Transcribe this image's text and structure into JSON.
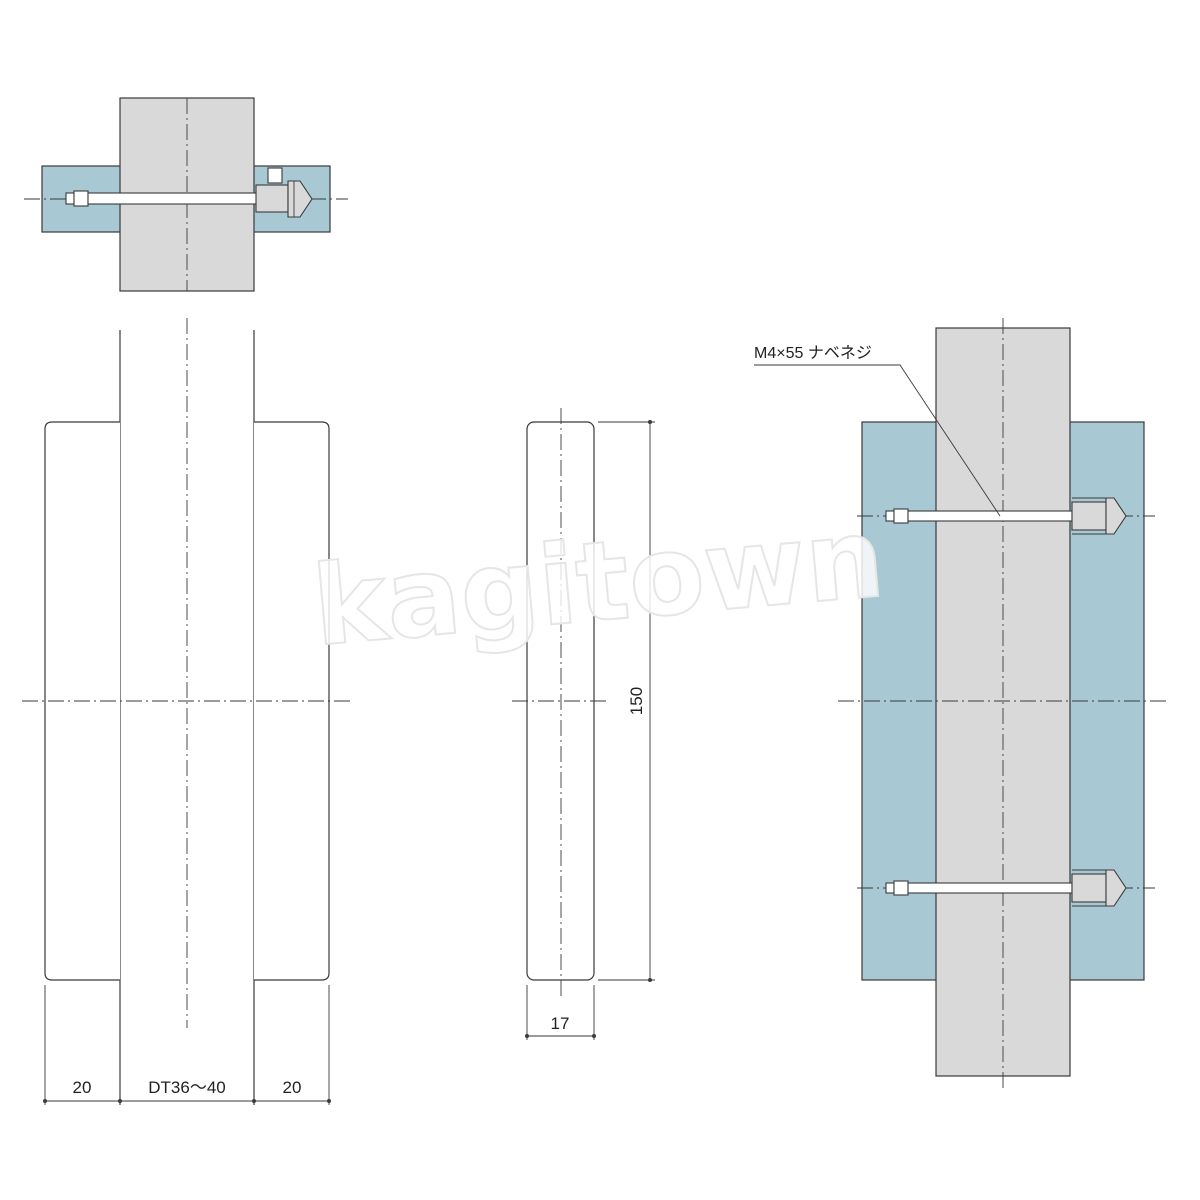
{
  "dimensions": {
    "left_width": "20",
    "door_thickness": "DT36〜40",
    "right_width": "20",
    "depth": "17",
    "height": "150"
  },
  "callout": {
    "screw": "M4×55 ナベネジ"
  },
  "watermark": "kagitown",
  "colors": {
    "handle_fill": "#a8c8d3",
    "door_fill": "#d9d9d9",
    "line": "#3a3a3a"
  }
}
